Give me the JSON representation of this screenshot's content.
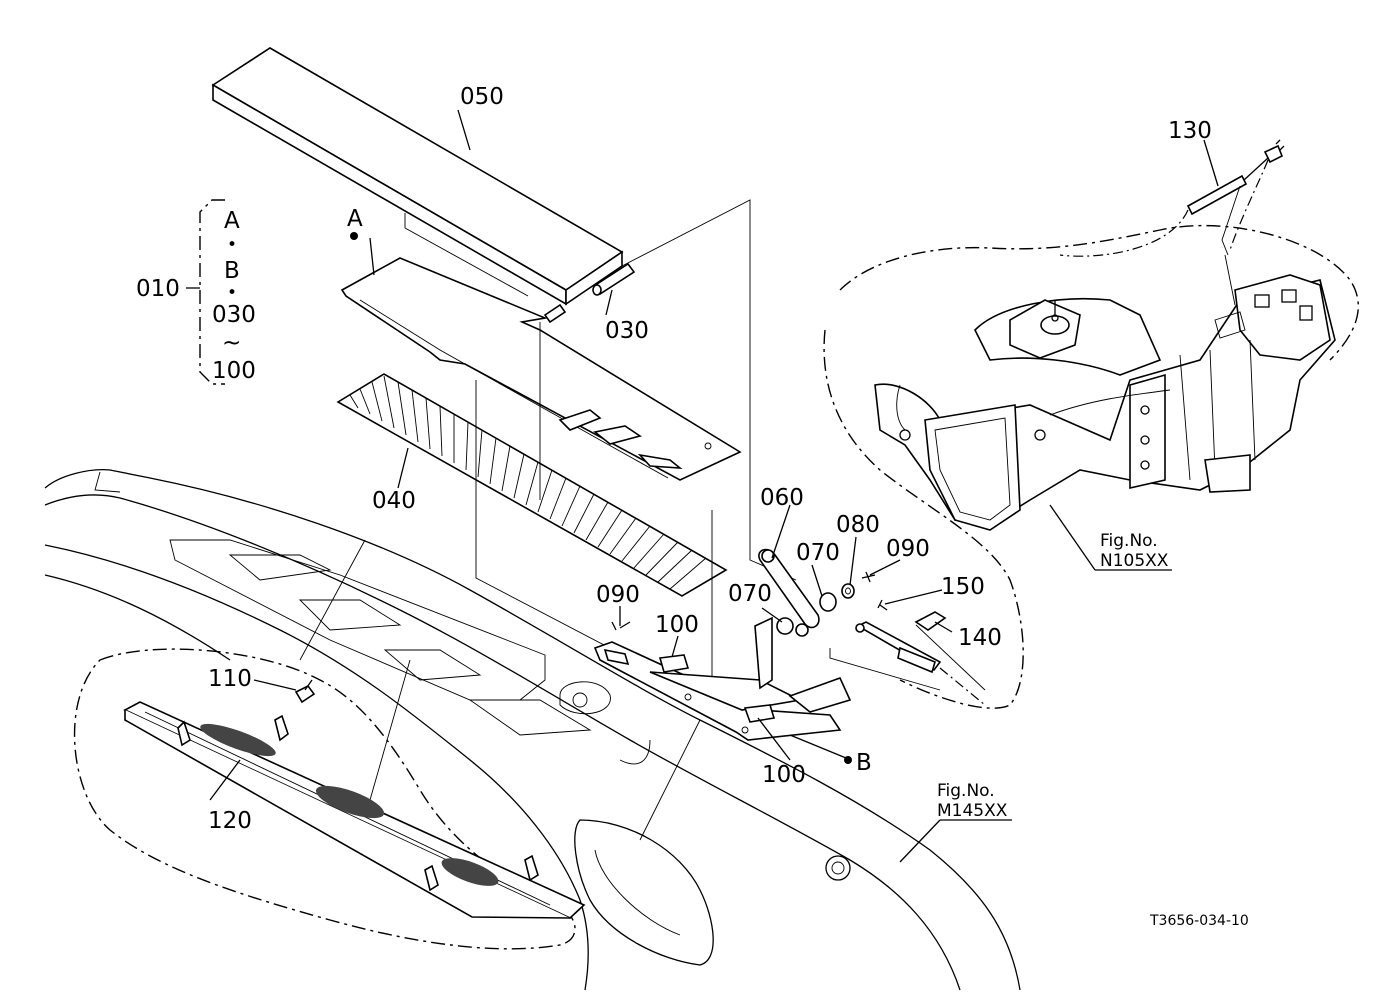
{
  "labels": {
    "p050": "050",
    "p030": "030",
    "p040": "040",
    "p060": "060",
    "p070a": "070",
    "p070b": "070",
    "p080": "080",
    "p090a": "090",
    "p090b": "090",
    "p100a": "100",
    "p100b": "100",
    "p110": "110",
    "p120": "120",
    "p130": "130",
    "p140": "140",
    "p150": "150",
    "refA": "A",
    "refB": "B"
  },
  "kit": {
    "number": "010",
    "line1": "A",
    "dot1": "•",
    "line2": "B",
    "dot2": "•",
    "line3": "030",
    "tilde": "~",
    "line4": "100"
  },
  "figrefs": {
    "n_title": "Fig.No.",
    "n_code": "N105XX",
    "m_title": "Fig.No.",
    "m_code": "M145XX"
  },
  "drawing_code": "T3656-034-10"
}
